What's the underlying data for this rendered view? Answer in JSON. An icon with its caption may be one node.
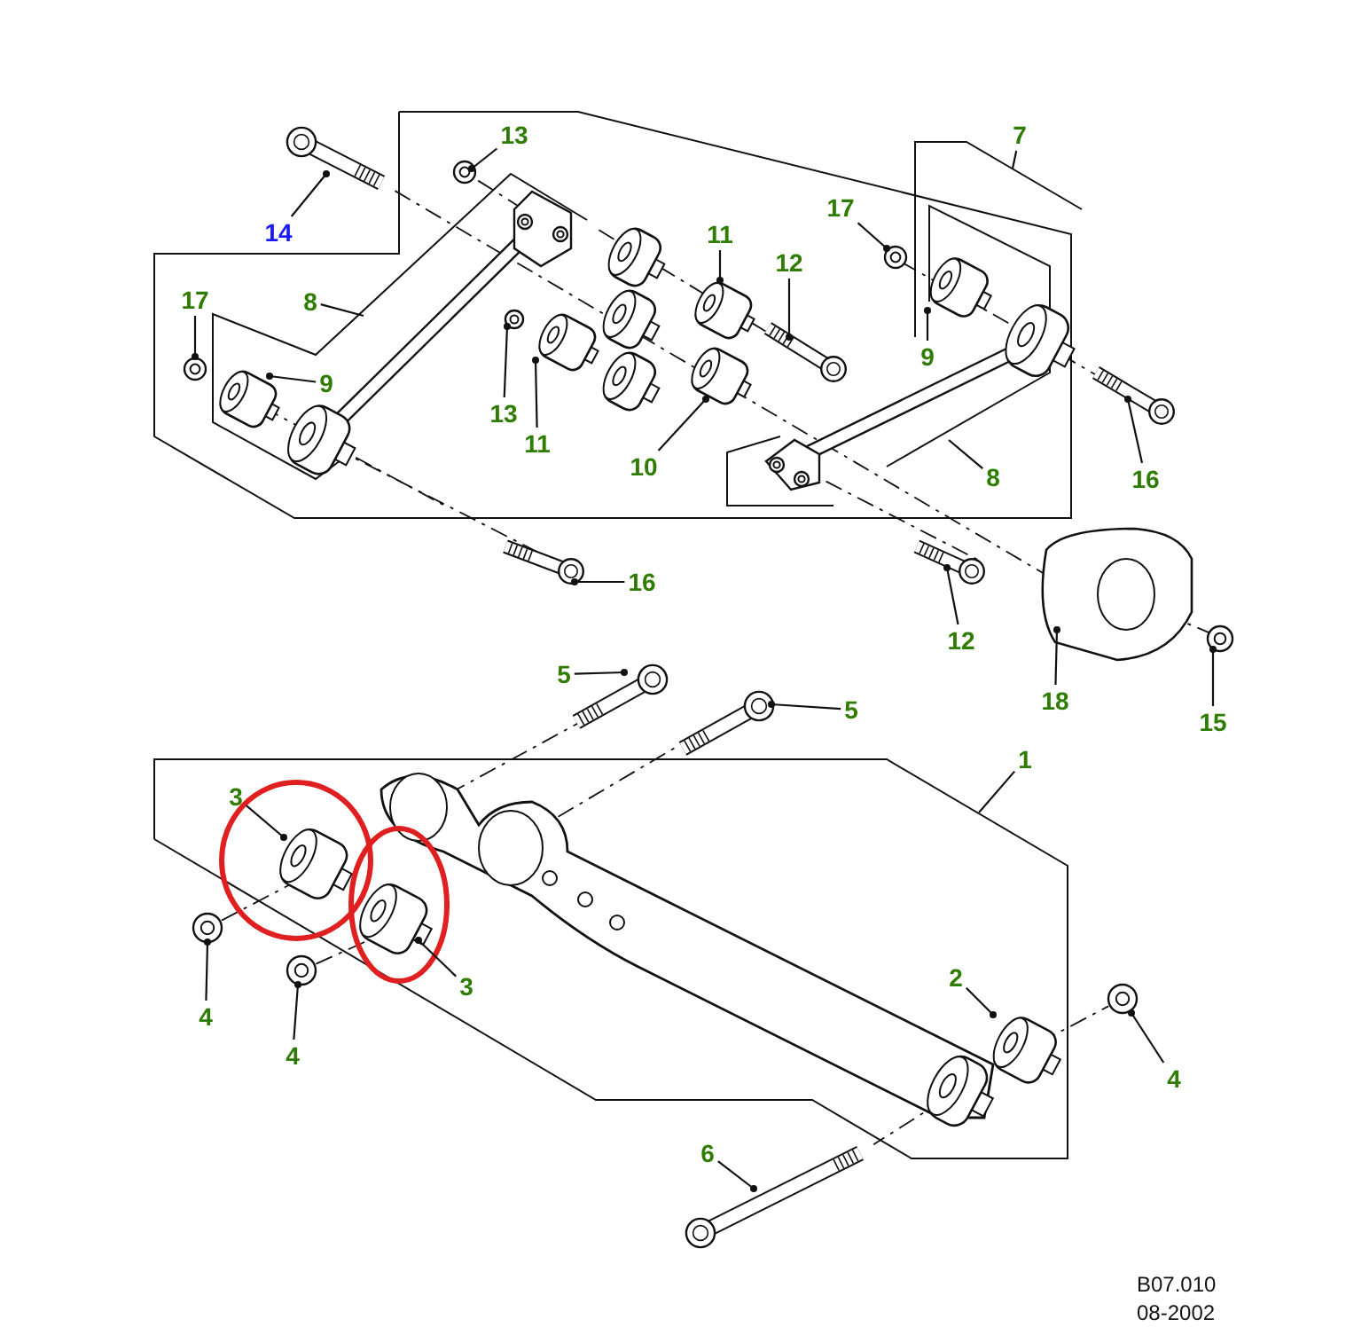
{
  "diagram": {
    "nodes": [
      {
        "text": [
          "14"
        ]
      },
      {
        "text": [
          "13"
        ]
      },
      {
        "text": [
          "17"
        ]
      },
      {
        "text": [
          "8"
        ]
      },
      {
        "text": [
          "9"
        ]
      },
      {
        "text": [
          "11"
        ]
      },
      {
        "text": [
          "12"
        ]
      },
      {
        "text": [
          "13"
        ]
      },
      {
        "text": [
          "11"
        ]
      },
      {
        "text": [
          "10"
        ]
      },
      {
        "text": [
          "17"
        ]
      },
      {
        "text": [
          "7"
        ]
      },
      {
        "text": [
          "9"
        ]
      },
      {
        "text": [
          "8"
        ]
      },
      {
        "text": [
          "16"
        ]
      },
      {
        "text": [
          "16"
        ]
      },
      {
        "text": [
          "12"
        ]
      },
      {
        "text": [
          "18"
        ]
      },
      {
        "text": [
          "15"
        ]
      },
      {
        "text": [
          "5"
        ]
      },
      {
        "text": [
          "5"
        ]
      },
      {
        "text": [
          "1"
        ]
      },
      {
        "text": [
          "3"
        ]
      },
      {
        "text": [
          "3"
        ]
      },
      {
        "text": [
          "4"
        ]
      },
      {
        "text": [
          "4"
        ]
      },
      {
        "text": [
          "2"
        ]
      },
      {
        "text": [
          "4"
        ]
      },
      {
        "text": [
          "6"
        ]
      },
      {
        "text": [],
        "shape": "picture"
      },
      {
        "text": [],
        "shape": "picture"
      },
      {
        "text": [],
        "shape": "picture"
      },
      {
        "text": [],
        "shape": "picture"
      },
      {
        "text": [],
        "shape": "picture"
      },
      {
        "text": [],
        "shape": "picture"
      },
      {
        "text": [],
        "shape": "picture"
      },
      {
        "text": [],
        "shape": "picture"
      },
      {
        "text": [],
        "shape": "picture"
      },
      {
        "text": [],
        "shape": "picture"
      },
      {
        "text": [],
        "shape": "picture"
      },
      {
        "text": [],
        "shape": "picture"
      },
      {
        "text": [],
        "shape": "picture"
      },
      {
        "text": [],
        "shape": "picture"
      },
      {
        "text": [],
        "shape": "picture"
      },
      {
        "text": [],
        "shape": "picture"
      },
      {
        "text": [],
        "shape": "picture"
      },
      {
        "text": [],
        "shape": "picture"
      },
      {
        "text": [],
        "shape": "picture"
      },
      {
        "text": [],
        "shape": "picture"
      },
      {
        "text": [],
        "shape": "picture"
      },
      {
        "text": [],
        "shape": "picture"
      },
      {
        "text": [],
        "shape": "picture"
      },
      {
        "text": [],
        "shape": "picture"
      },
      {
        "text": [],
        "shape": "picture"
      }
    ],
    "edges": [
      {
        "from": 0,
        "to": 29,
        "arrow": "other"
      },
      {
        "from": 1,
        "to": 30,
        "arrow": "other"
      },
      {
        "from": 2,
        "to": 31,
        "arrow": "other"
      },
      {
        "from": 3,
        "to": null,
        "arrow": "none"
      },
      {
        "from": 4,
        "to": 32,
        "arrow": "other"
      },
      {
        "from": 5,
        "to": 33,
        "arrow": "other"
      },
      {
        "from": 6,
        "to": 34,
        "arrow": "other"
      },
      {
        "from": 7,
        "to": 35,
        "arrow": "other"
      },
      {
        "from": 8,
        "to": 36,
        "arrow": "other"
      },
      {
        "from": 9,
        "to": 37,
        "arrow": "other"
      },
      {
        "from": 10,
        "to": 38,
        "arrow": "other"
      },
      {
        "from": 11,
        "to": null,
        "arrow": "none"
      },
      {
        "from": 12,
        "to": 39,
        "arrow": "other"
      },
      {
        "from": 13,
        "to": null,
        "arrow": "none"
      },
      {
        "from": 14,
        "to": 40,
        "arrow": "other"
      },
      {
        "from": 15,
        "to": 41,
        "arrow": "other"
      },
      {
        "from": 16,
        "to": 42,
        "arrow": "other"
      },
      {
        "from": 17,
        "to": 43,
        "arrow": "other"
      },
      {
        "from": 18,
        "to": 44,
        "arrow": "other"
      },
      {
        "from": 19,
        "to": 45,
        "arrow": "other"
      },
      {
        "from": 20,
        "to": 46,
        "arrow": "other"
      },
      {
        "from": 21,
        "to": null,
        "arrow": "none"
      },
      {
        "from": 22,
        "to": 47,
        "arrow": "other"
      },
      {
        "from": 23,
        "to": 48,
        "arrow": "other"
      },
      {
        "from": 24,
        "to": 49,
        "arrow": "other"
      },
      {
        "from": 25,
        "to": 50,
        "arrow": "other"
      },
      {
        "from": 26,
        "to": 51,
        "arrow": "other"
      },
      {
        "from": 27,
        "to": 52,
        "arrow": "other"
      },
      {
        "from": 28,
        "to": 53,
        "arrow": "other"
      }
    ],
    "labels": [
      "B07.010",
      "08-2002"
    ]
  }
}
